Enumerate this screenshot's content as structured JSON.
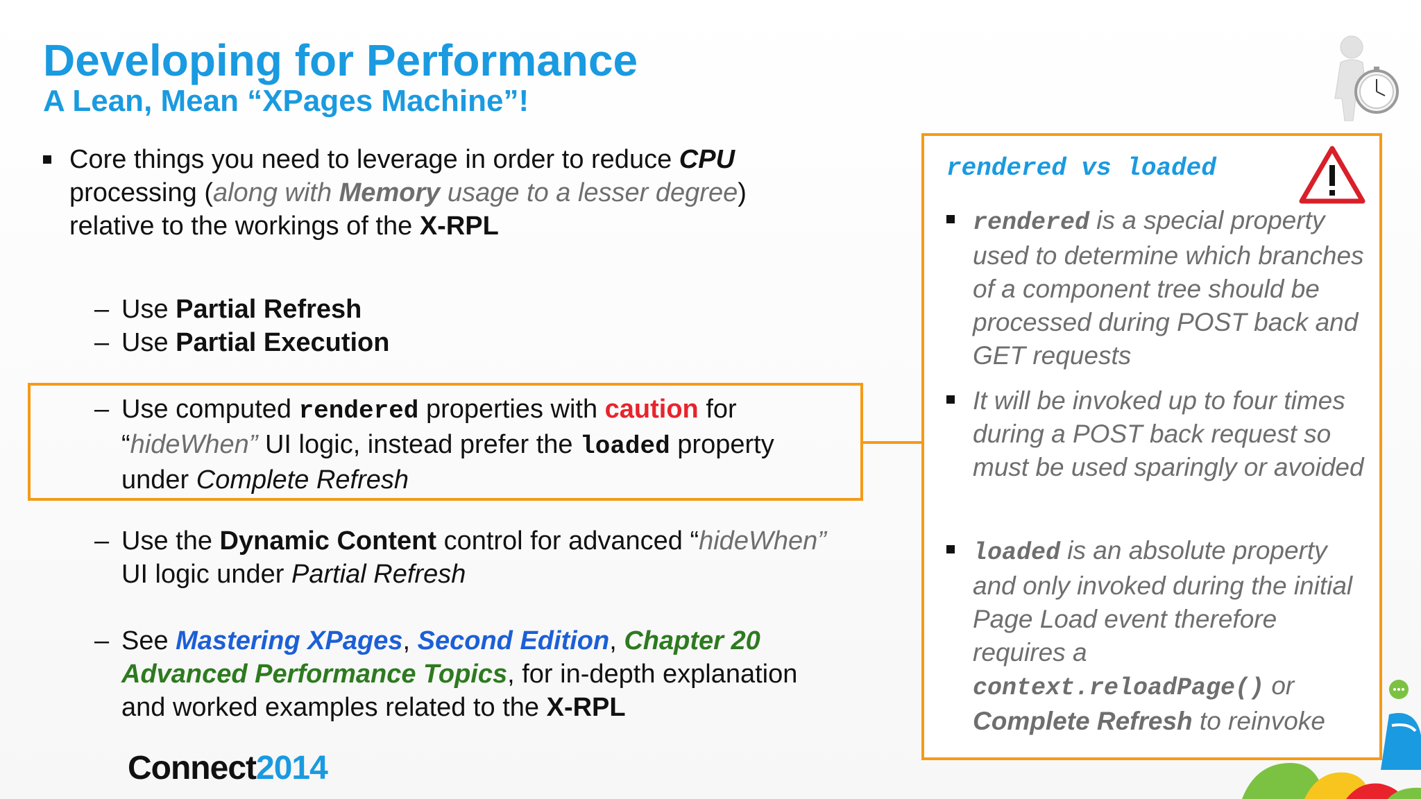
{
  "title": "Developing for Performance",
  "subtitle": "A Lean, Mean “XPages Machine”!",
  "main_bullet": {
    "p1": "Core things you need to leverage in order to reduce ",
    "cpu": "CPU",
    "p2": " processing (",
    "along": "along with ",
    "memory": "Memory",
    "lesser": " usage to a lesser degree",
    "p3": ") relative to the workings of the ",
    "xrpl": "X-RPL"
  },
  "dash": "–",
  "sub1": {
    "pre": "Use ",
    "bold": "Partial Refresh"
  },
  "sub2": {
    "pre": "Use ",
    "bold": "Partial Execution"
  },
  "sub3": {
    "t1": "Use computed ",
    "code1": "rendered",
    "t2": " properties with ",
    "caution": "caution",
    "t3": " for “",
    "hide": "hideWhen”",
    "t4": " UI logic, instead prefer the ",
    "code2": "loaded",
    "t5": " property under ",
    "complete": "Complete Refresh"
  },
  "sub4": {
    "t1": "Use the ",
    "bold": "Dynamic Content",
    "t2": " control for advanced “",
    "hide": "hideWhen”",
    "t3": " UI logic under ",
    "partial": "Partial Refresh"
  },
  "sub5": {
    "t1": "See ",
    "book": "Mastering XPages",
    "c1": ", ",
    "edition": "Second Edition",
    "c2": ", ",
    "chapter": "Chapter 20 Advanced Performance Topics",
    "t2": ", for in-depth explanation and worked examples related to the ",
    "xrpl": "X-RPL"
  },
  "panel": {
    "heading_a": "rendered",
    "heading_vs": " vs ",
    "heading_b": "loaded",
    "b1_code": "rendered",
    "b1_text": " is a special property used to determine which branches of a component tree should be processed during POST back and GET requests",
    "b2_text": "It will be invoked up to four times during a POST back request so must be used sparingly or avoided",
    "b3_code": "loaded",
    "b3_text": " is an absolute property and only invoked during the initial Page Load event therefore requires a ",
    "b3_code2": "context.reloadPage()",
    "b3_or": " or ",
    "b3_bold": "Complete Refresh",
    "b3_end": " to reinvoke"
  },
  "footer": {
    "brand": "Connect",
    "year": "2014"
  },
  "colors": {
    "accent": "#1a9ae0",
    "box": "#f59a17",
    "caution": "#e8232c",
    "link": "#1c5fd6",
    "chapter": "#2d7a1f"
  },
  "icons": {
    "warning": "warning-triangle-icon",
    "figure": "stopwatch-figure-icon"
  }
}
